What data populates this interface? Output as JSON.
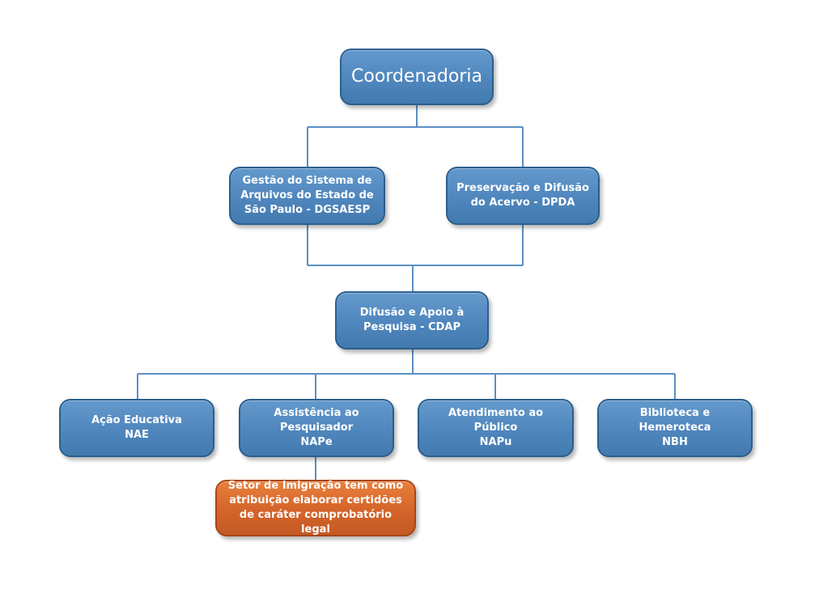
{
  "colors": {
    "node_fill": "#4f86bd",
    "node_border": "#2b5f8e",
    "highlight_fill": "#d4642a",
    "connector": "#5b8fc4"
  },
  "nodes": {
    "coordenadoria": "Coordenadoria",
    "dgsaesp": "Gestão do Sistema de\nArquivos do Estado de\nSão Paulo -  DGSAESP",
    "dpda": "Preservação e Difusão\ndo Acervo  -  DPDA",
    "cdap": "Difusão e Apoio à\nPesquisa - CDAP",
    "nae": "Ação Educativa\nNAE",
    "nape": "Assistência ao\nPesquisador\nNAPe",
    "napu": "Atendimento ao Público\nNAPu",
    "nbh": "Biblioteca e\nHemeroteca\nNBH",
    "imigracao": "Setor de Imigração tem como\natribuição elaborar certidões\nde caráter comprobatório legal"
  }
}
